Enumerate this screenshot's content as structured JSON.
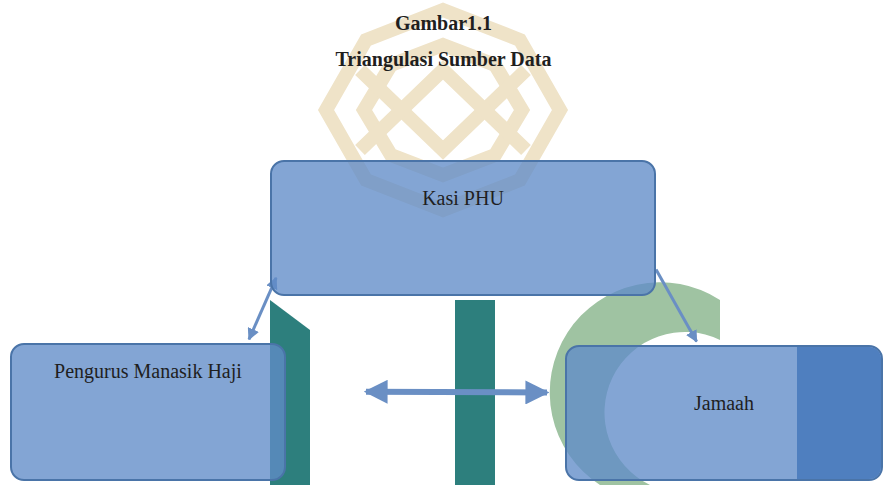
{
  "diagram": {
    "title": "Gambar1.1",
    "nodes": [
      {
        "text": [
          "Kasi PHU"
        ]
      },
      {
        "text": [
          "Pengurus Manasik Haji"
        ]
      },
      {
        "text": [
          "Jamaah"
        ]
      }
    ],
    "edges": [
      {
        "from": 0,
        "to": 1,
        "arrow": "both"
      },
      {
        "from": 0,
        "to": 2,
        "arrow": "to"
      },
      {
        "from": 1,
        "to": 2,
        "arrow": "both"
      }
    ],
    "labels": [
      "Triangulasi Sumber Data"
    ]
  }
}
